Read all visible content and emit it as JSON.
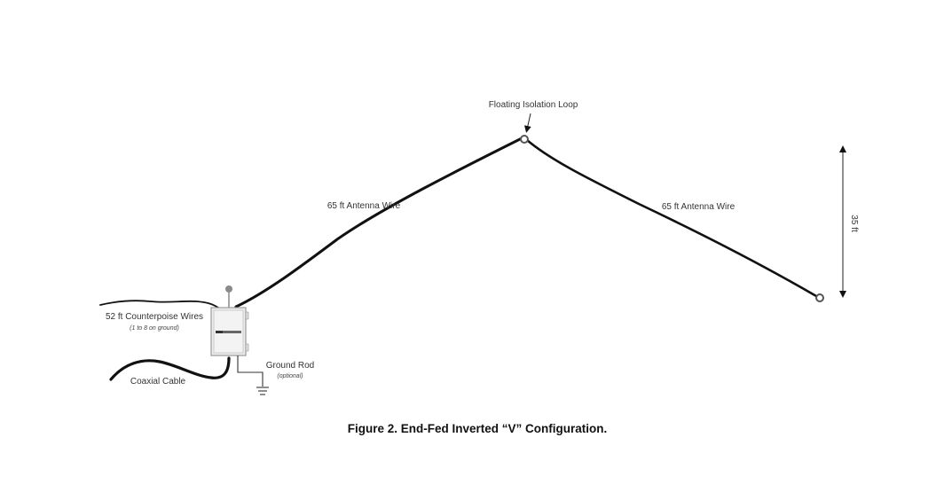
{
  "figure": {
    "caption": "Figure 2. End-Fed Inverted “V” Configuration.",
    "colors": {
      "wire": "#111111",
      "box_fill": "#ececec",
      "box_stroke": "#9a9a9a",
      "text": "#333333"
    }
  },
  "labels": {
    "isolation_loop": "Floating Isolation Loop",
    "left_wire": "65 ft Antenna Wire",
    "right_wire": "65 ft Antenna Wire",
    "height": "35 ft",
    "counterpoise": "52 ft Counterpoise Wires",
    "counterpoise_note": "(1 to 8 on ground)",
    "coax": "Coaxial Cable",
    "ground_rod": "Ground Rod",
    "ground_rod_note": "(optional)"
  }
}
